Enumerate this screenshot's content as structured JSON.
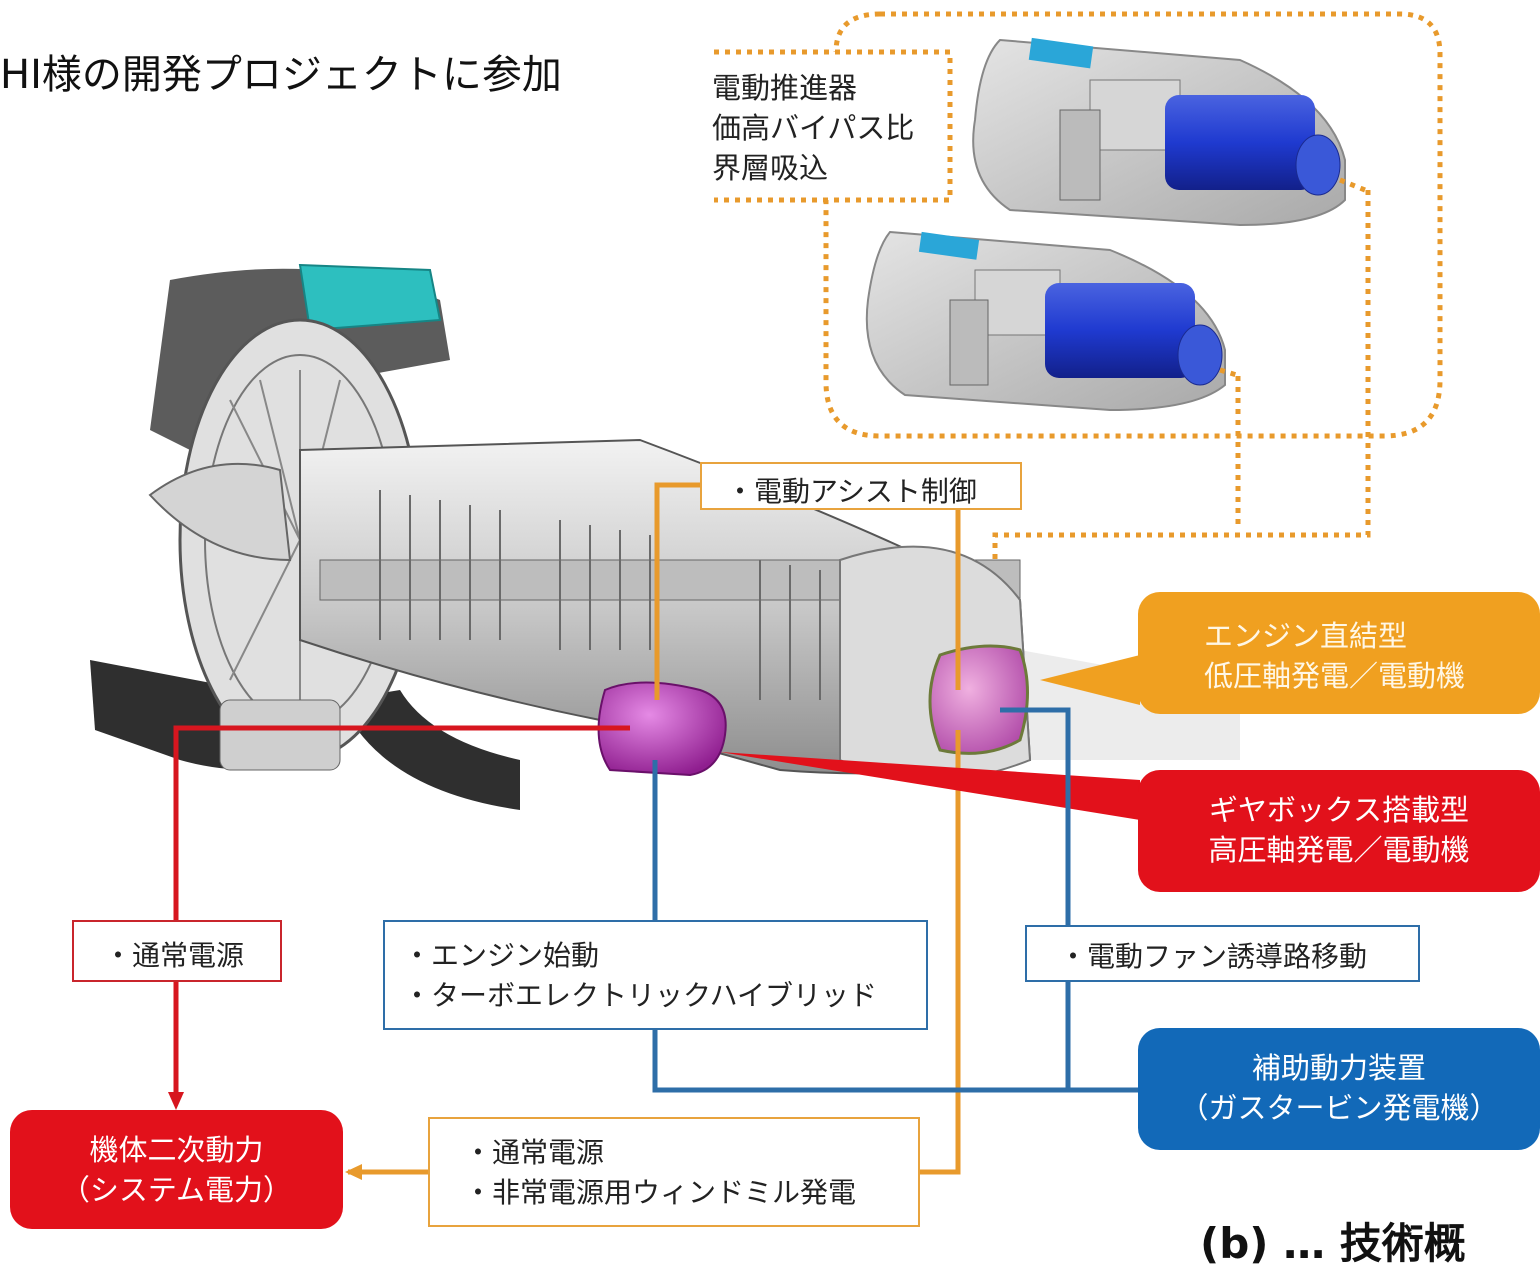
{
  "title": "HI様の開発プロジェクトに参加",
  "notes": [
    "電動推進器",
    "価高バイパス比",
    "界層吸込"
  ],
  "labels": {
    "assist_control": "・電動アシスト制御",
    "normal_power": "・通常電源",
    "engine_start": "・エンジン始動",
    "turbo_hybrid": "・ターボエレクトリックハイブリッド",
    "fan_duct": "・電動ファン誘導路移動",
    "normal_power_2": "・通常電源",
    "windmill": "・非常電源用ウィンドミル発電"
  },
  "boxes": {
    "lp_generator": [
      "エンジン直結型",
      "低圧軸発電／電動機"
    ],
    "hp_generator": [
      "ギヤボックス搭載型",
      "高圧軸発電／電動機"
    ],
    "apu": [
      "補助動力装置",
      "（ガスタービン発電機）"
    ],
    "secondary_power": [
      "機体二次動力",
      "（システム電力）"
    ]
  },
  "caption": "(b) … 技術概"
}
